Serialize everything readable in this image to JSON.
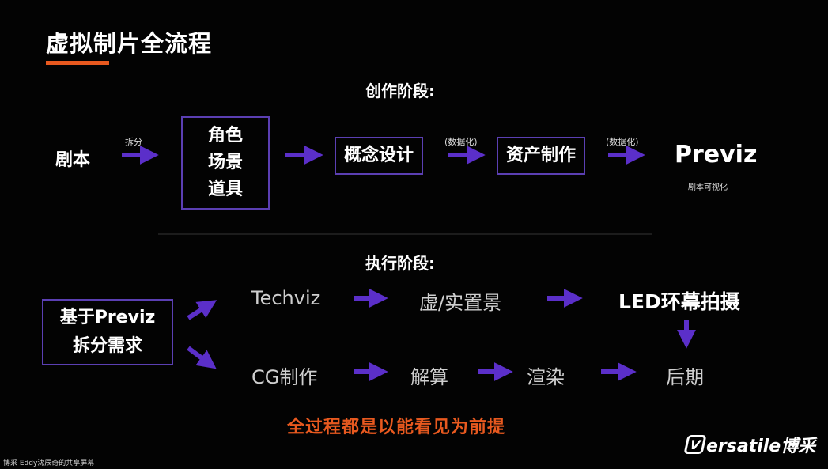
{
  "title": "虚拟制片全流程",
  "creation": {
    "heading": "创作阶段:",
    "script": "剧本",
    "split_label": "拆分",
    "elements": [
      "角色",
      "场景",
      "道具"
    ],
    "concept": "概念设计",
    "digitize_label_1": "(数据化)",
    "asset": "资产制作",
    "digitize_label_2": "(数据化)",
    "previz": "Previz",
    "previz_sub": "剧本可视化"
  },
  "execution": {
    "heading": "执行阶段:",
    "source_box": [
      "基于Previz",
      "拆分需求"
    ],
    "upper": {
      "techviz": "Techviz",
      "scene": "虚/实置景",
      "led": "LED环幕拍摄"
    },
    "lower": {
      "cg": "CG制作",
      "solve": "解算",
      "render": "渲染",
      "post": "后期"
    }
  },
  "conclusion": "全过程都是以能看见为前提",
  "logo": {
    "mark": "V",
    "text": "ersatile博采"
  },
  "watermark": "博采 Eddy沈辰奇的共享屏幕",
  "colors": {
    "arrow": "#5b2fc9",
    "box_border": "#5b3fb3",
    "accent": "#e8591f"
  }
}
